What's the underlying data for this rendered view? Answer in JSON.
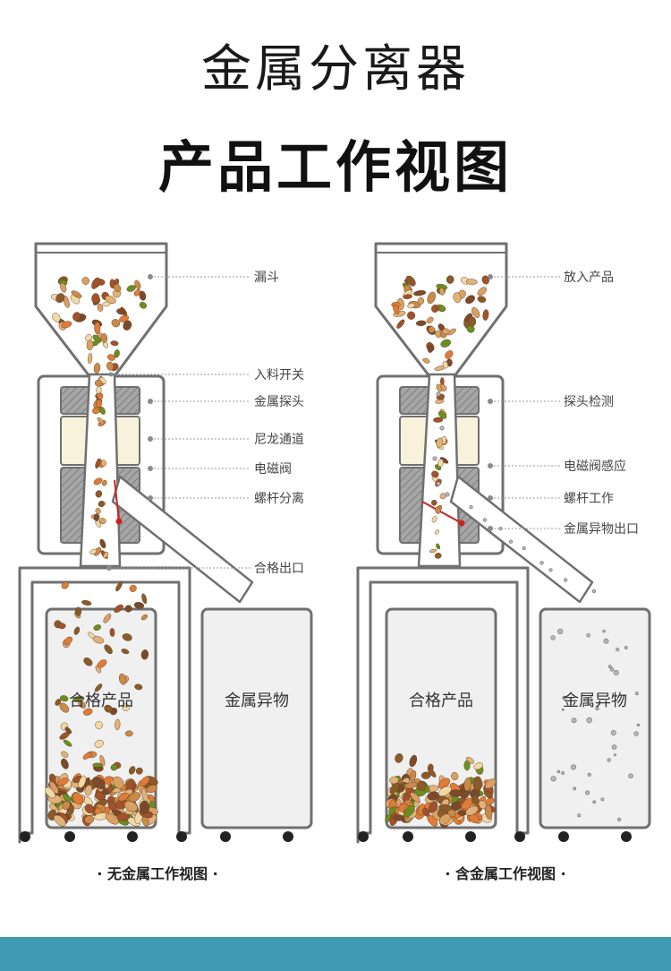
{
  "title": "金属分离器",
  "subtitle": "产品工作视图",
  "left": {
    "labels": {
      "hopper": "漏斗",
      "feed_switch": "入料开关",
      "probe": "金属探头",
      "nylon": "尼龙通道",
      "valve": "电磁阀",
      "screw": "螺杆分离",
      "outlet": "合格出口"
    },
    "bin_good": "合格产品",
    "bin_metal": "金属异物",
    "caption": "· 无金属工作视图 ·"
  },
  "right": {
    "labels": {
      "hopper": "放入产品",
      "probe": "探头检测",
      "valve": "电磁阀感应",
      "screw": "螺杆工作",
      "outlet": "金属异物出口"
    },
    "bin_good": "合格产品",
    "bin_metal": "金属异物",
    "caption": "· 含金属工作视图 ·"
  },
  "colors": {
    "line": "#707070",
    "fill": "#ffffff",
    "bin": "#f0f0f0",
    "nylon": "#f8f2dc",
    "coil": "#999999",
    "rod": "#cc2222",
    "accent": "#3f9bb3"
  }
}
